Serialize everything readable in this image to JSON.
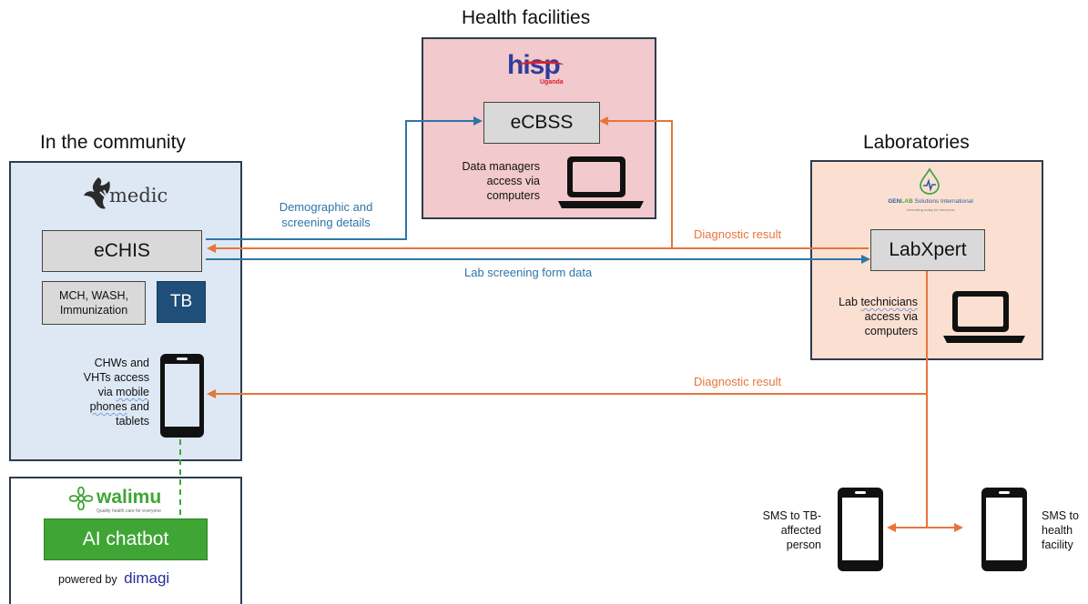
{
  "sections": {
    "health_facilities": "Health facilities",
    "community": "In the community",
    "laboratories": "Laboratories"
  },
  "logos": {
    "hisp": "hisp",
    "hisp_sub": "Uganda",
    "medic": "medic",
    "genlab_name_part1": "GEN",
    "genlab_name_part2": "LAB",
    "genlab_name_part3": " Solutions International",
    "genlab_tagline": "Innovating today for tomorrow",
    "walimu": "walimu",
    "walimu_tagline": "Quality health care for everyone",
    "dimagi": "dimagi"
  },
  "systems": {
    "ecbss": "eCBSS",
    "echis": "eCHIS",
    "labxpert": "LabXpert",
    "ai_chatbot": "AI chatbot"
  },
  "modules": {
    "mch": [
      "MCH, WASH,",
      "Immunization"
    ],
    "tb": "TB"
  },
  "access": {
    "data_managers": [
      "Data managers",
      "access via",
      "computers"
    ],
    "lab_technicians": {
      "part1": "Lab ",
      "part2": "technicians",
      "line2": "access via",
      "line3": "computers"
    },
    "chws": {
      "line1": "CHWs and",
      "line2": "VHTs access",
      "line3a": "via ",
      "line3b": "mobile",
      "line4a": "phones",
      "line4b": " and",
      "line5": "tablets"
    }
  },
  "powered_by": "powered by",
  "flows": {
    "demographic": [
      "Demographic and",
      "screening details"
    ],
    "diagnostic_result_top": "Diagnostic result",
    "lab_screening": "Lab screening form data",
    "diagnostic_result_mid": "Diagnostic result"
  },
  "sms": {
    "tb_person": [
      "SMS to TB-",
      "affected",
      "person"
    ],
    "health_facility": [
      "SMS to",
      "health",
      "facility"
    ]
  },
  "colors": {
    "blue_arrow": "#2e75a8",
    "orange_arrow": "#e8743b",
    "green_dash": "#3ba935",
    "community_bg": "#dde8f4",
    "health_bg": "#f2c9cc",
    "lab_bg": "#fbe0d2",
    "tb_bg": "#1f4e79",
    "chatbot_bg": "#3fa535"
  },
  "icons": [
    "laptop-icon",
    "phone-icon",
    "medic-logo",
    "hisp-logo",
    "genlab-logo",
    "walimu-logo",
    "dimagi-logo"
  ]
}
